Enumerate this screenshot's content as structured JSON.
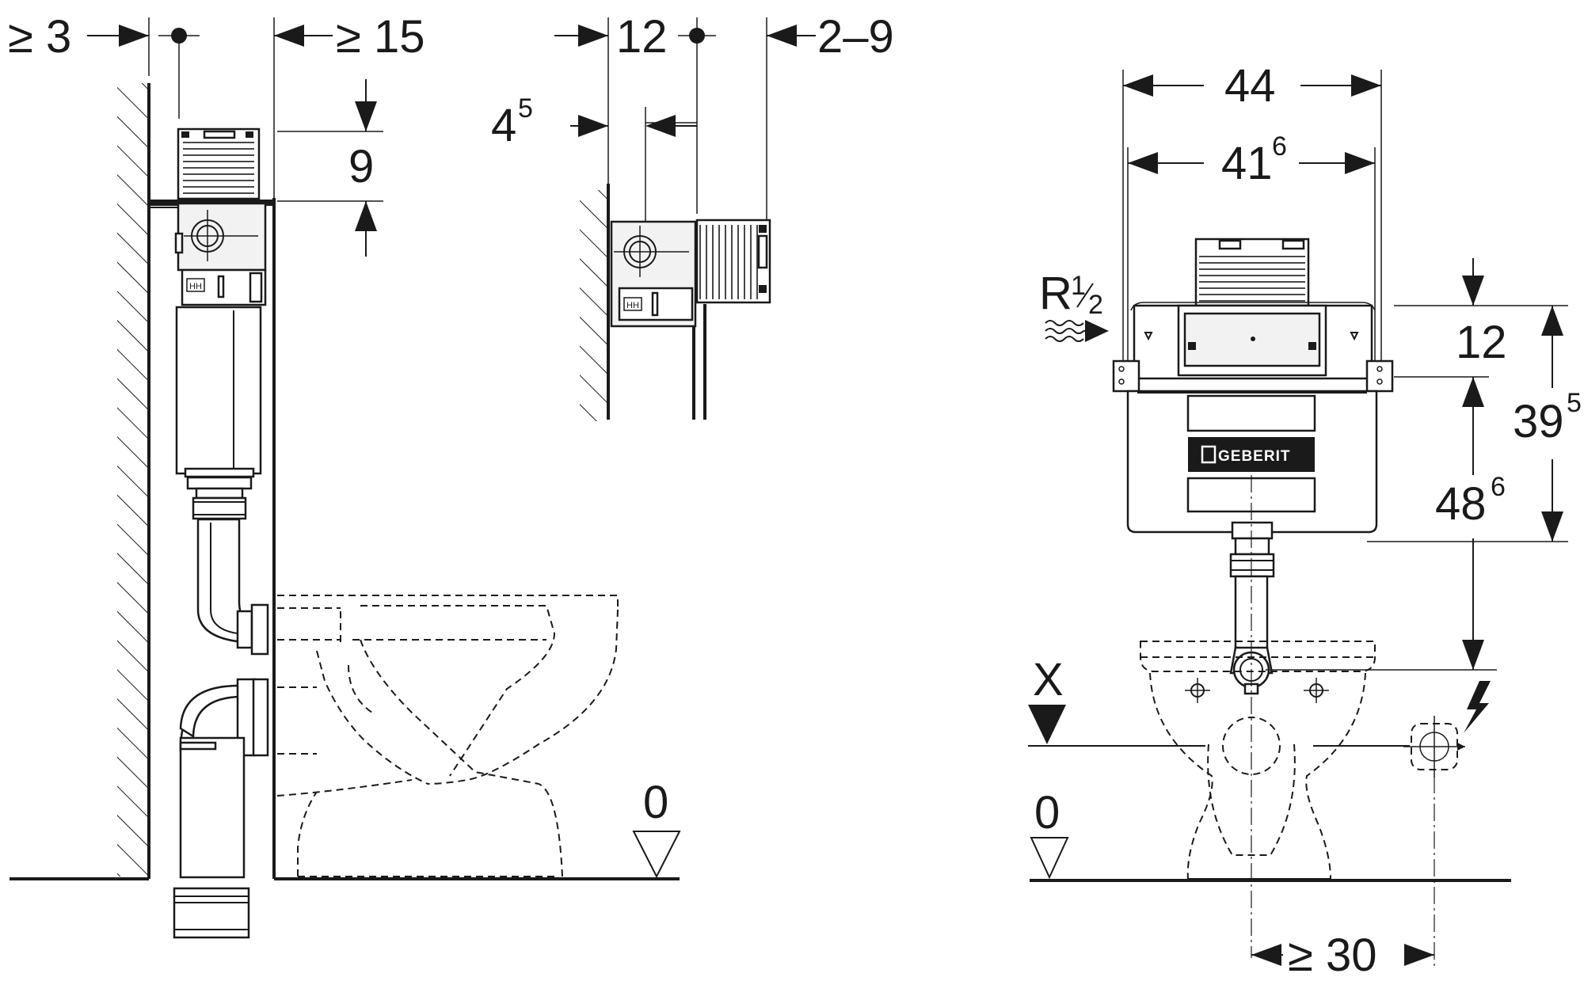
{
  "labels": {
    "wall_gap_min": "≥ 3",
    "wall_depth_min": "≥ 15",
    "cistern_top_drop": "9",
    "flush_pipe_offset": {
      "base": "4",
      "sup": "5"
    },
    "module_depth": "12",
    "wall_cladding": "2–9",
    "frame_width": "44",
    "cistern_width": {
      "base": "41",
      "sup": "6"
    },
    "water_connection": {
      "base": "R",
      "frac_num": "1",
      "frac_den": "2"
    },
    "connection_height": "12",
    "cistern_height": {
      "base": "39",
      "sup": "5"
    },
    "outlet_height": {
      "base": "48",
      "sup": "6"
    },
    "reference_x": "X",
    "floor_zero_left": "0",
    "floor_zero_right": "0",
    "socket_offset_min": "≥ 30",
    "brand_logo": "GEBERIT"
  },
  "icons": [
    "wall-hatch-icon",
    "arrow-icon",
    "datum-triangle-icon",
    "electric-bolt-icon",
    "water-supply-waves-icon",
    "dimension-dot-icon"
  ]
}
